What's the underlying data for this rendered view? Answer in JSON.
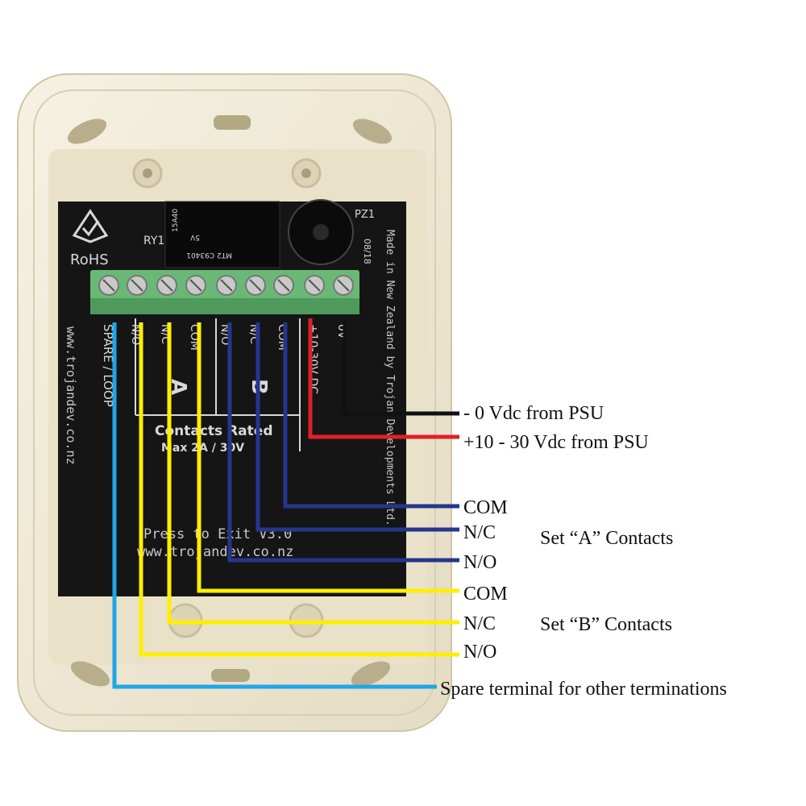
{
  "colors": {
    "housing": "#efe9d6",
    "housing_inner": "#e6dfc6",
    "pcb": "#151515",
    "terminal_block": "#6ab877",
    "wire_black": "#111111",
    "wire_red": "#e0202a",
    "wire_blue": "#26358f",
    "wire_yellow": "#ffee00",
    "wire_cyan": "#1ea7e8"
  },
  "pcb": {
    "rohs_label": "RoHS",
    "relay_ref": "RY1",
    "buzzer_ref": "PZ1",
    "relay_marking_1": "MT2 C93401",
    "relay_marking_2": "5V",
    "relay_marking_3": "15A40",
    "date_code": "08/18",
    "terminal_labels": [
      "SPARE / LOOP",
      "N/O",
      "N/C",
      "COM",
      "N/O",
      "N/C",
      "COM",
      "+10-30V DC",
      "0V"
    ],
    "group_a": "A",
    "group_b": "B",
    "contacts_rated_line1": "Contacts Rated",
    "contacts_rated_line2": "Max 2A / 30V",
    "press_to_exit": "Press to Exit V3.0",
    "url_bottom": "www.trojandev.co.nz",
    "url_side": "www.trojandev.co.nz",
    "made_in": "Made in New Zealand by Trojan Developments Ltd."
  },
  "callouts": {
    "zero_vdc": "- 0 Vdc from PSU",
    "plus_vdc": "+10 - 30 Vdc from PSU",
    "com_a": "COM",
    "nc_a": "N/C",
    "no_a": "N/O",
    "set_a": "Set “A” Contacts",
    "com_b": "COM",
    "nc_b": "N/C",
    "no_b": "N/O",
    "set_b": "Set “B” Contacts",
    "spare": "Spare terminal for other terminations"
  }
}
